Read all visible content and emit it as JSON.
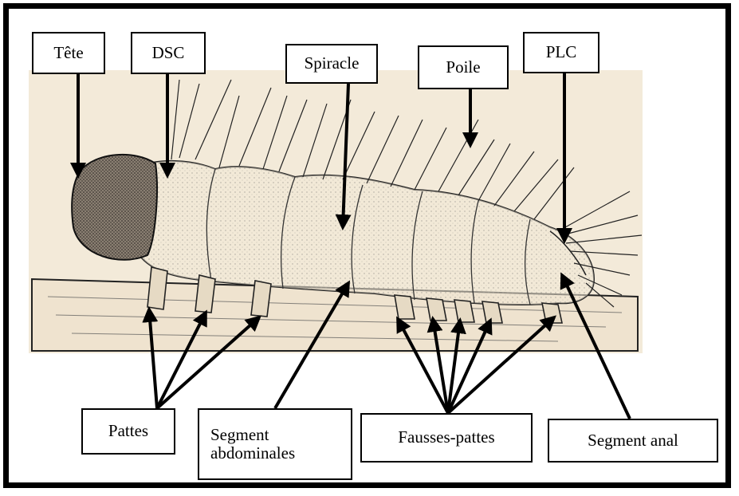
{
  "labels": {
    "tete": "Tête",
    "dsc": "DSC",
    "spiracle": "Spiracle",
    "poile": "Poile",
    "plc": "PLC",
    "pattes": "Pattes",
    "segment_abdominales_line1": "Segment",
    "segment_abdominales_line2": "abdominales",
    "fausses_pattes": "Fausses-pattes",
    "segment_anal": "Segment anal"
  },
  "colors": {
    "border": "#000000",
    "background": "#ffffff",
    "paper": "#f3ead9",
    "ink": "#1a1a1a"
  },
  "icons": {
    "subject": "caterpillar-illustration",
    "pointer": "arrow"
  }
}
